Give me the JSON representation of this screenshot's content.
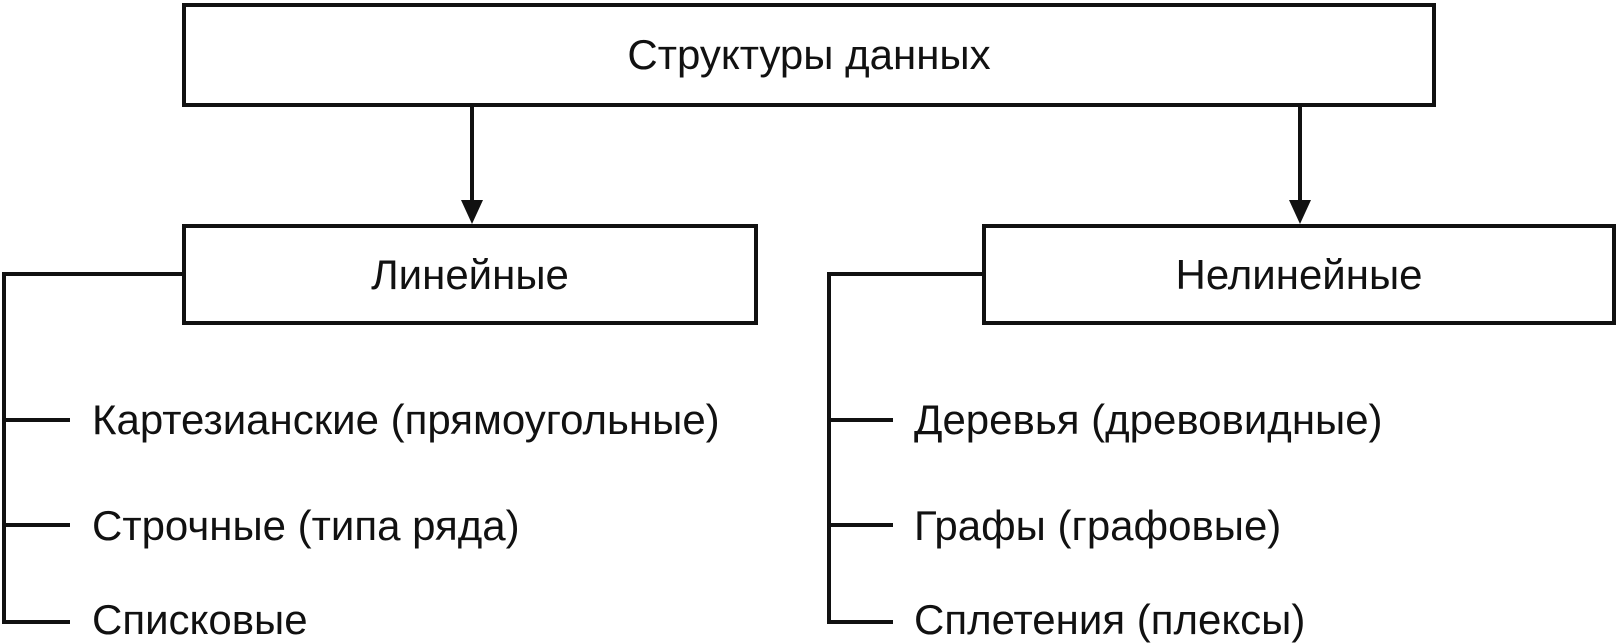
{
  "root": {
    "label": "Структуры данных"
  },
  "branches": [
    {
      "label": "Линейные",
      "items": [
        "Картезианские (прямоугольные)",
        "Строчные (типа ряда)",
        "Списковые"
      ]
    },
    {
      "label": "Нелинейные",
      "items": [
        "Деревья (древовидные)",
        "Графы (графовые)",
        "Сплетения (плексы)"
      ]
    }
  ]
}
